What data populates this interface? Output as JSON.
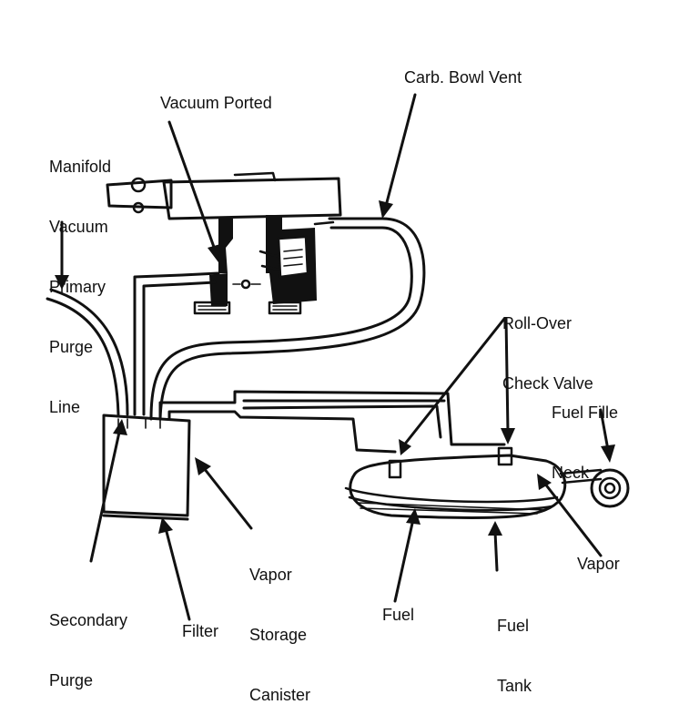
{
  "labels": {
    "manifold_vacuum": [
      "Manifold",
      "Vacuum",
      "Primary",
      "Purge",
      "Line"
    ],
    "vacuum_ported": "Vacuum Ported",
    "carb_bowl_vent": "Carb. Bowl Vent",
    "roll_over_check_valve": [
      "Roll-Over",
      "Check Valve"
    ],
    "fuel_filler_neck": [
      "Fuel Fille",
      "Neck"
    ],
    "vapor_storage_canister": [
      "Vapor",
      "Storage",
      "Canister"
    ],
    "secondary_purge": [
      "Secondary",
      "Purge"
    ],
    "filter": "Filter",
    "fuel": "Fuel",
    "fuel_tank": [
      "Fuel",
      "Tank"
    ],
    "vapor": "Vapor"
  },
  "colors": {
    "ink": "#111111",
    "paper": "#ffffff"
  }
}
